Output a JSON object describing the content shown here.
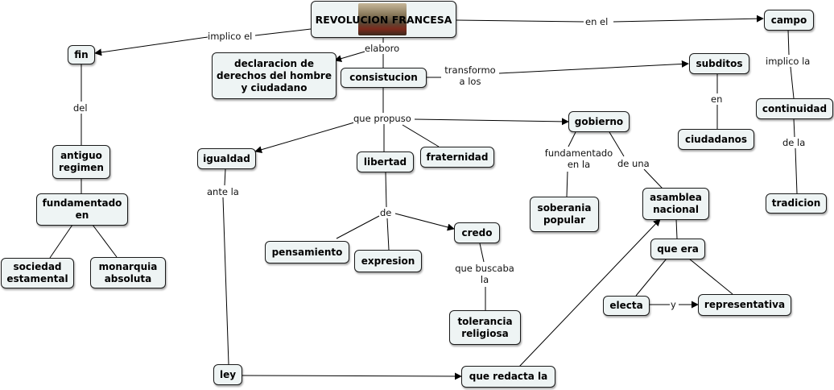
{
  "nodes": {
    "revolucion": "REVOLUCION FRANCESA",
    "fin": "fin",
    "antiguo_regimen": "antiguo regimen",
    "fundamentado_en": "fundamentado en",
    "sociedad_estamental": "sociedad estamental",
    "monarquia_absoluta": "monarquia absoluta",
    "declaracion": "declaracion de derechos del hombre y ciudadano",
    "consistucion": "consistucion",
    "igualdad": "igualdad",
    "libertad": "libertad",
    "fraternidad": "fraternidad",
    "pensamiento": "pensamiento",
    "expresion": "expresion",
    "credo": "credo",
    "tolerancia": "tolerancia religiosa",
    "ley": "ley",
    "que_redacta_la": "que redacta la",
    "gobierno": "gobierno",
    "soberania": "soberania popular",
    "asamblea": "asamblea nacional",
    "que_era": "que era",
    "electa": "electa",
    "representativa": "representativa",
    "subditos": "subditos",
    "ciudadanos": "ciudadanos",
    "campo": "campo",
    "continuidad": "continuidad",
    "tradicion": "tradicion"
  },
  "labels": {
    "implico_el": "implico el",
    "en_el": "en el",
    "elaboro": "elaboro",
    "transformo_a_los": "transformo a los",
    "que_propuso": "que propuso",
    "del": "del",
    "ante_la": "ante la",
    "de": "de",
    "que_buscaba_la": "que buscaba la",
    "fundamentado_en_la": "fundamentado en la",
    "de_una": "de una",
    "y": "y",
    "en": "en",
    "implico_la": "implico la",
    "de_la": "de la"
  }
}
